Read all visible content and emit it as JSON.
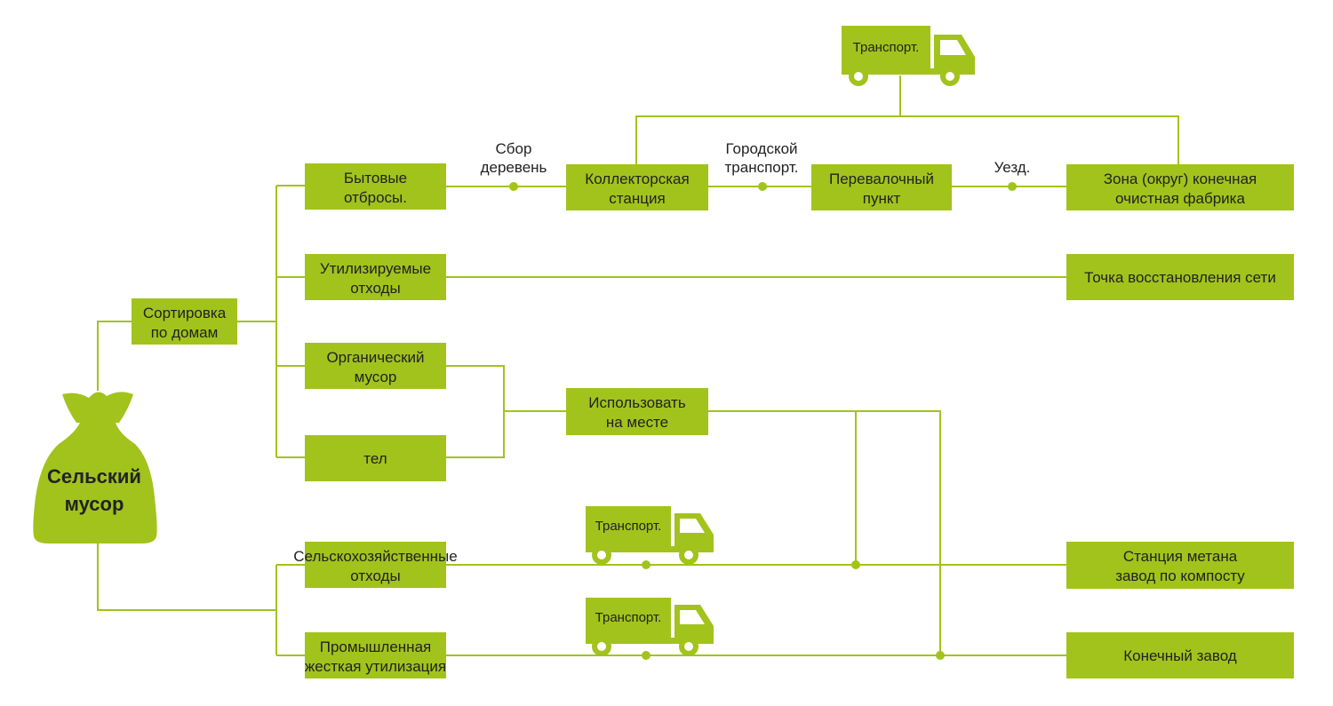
{
  "colors": {
    "accent": "#a2c31c",
    "line": "#a2c31c",
    "text": "#222222"
  },
  "source": {
    "line1": "Сельский",
    "line2": "мусор"
  },
  "nodes": {
    "sort": {
      "line1": "Сортировка",
      "line2": "по домам"
    },
    "household": {
      "line1": "Бытовые",
      "line2": "отбросы."
    },
    "recyclable": {
      "line1": "Утилизируемые",
      "line2": "отходы"
    },
    "organic": {
      "line1": "Органический",
      "line2": "мусор"
    },
    "tel": {
      "line1": "тел"
    },
    "onsite": {
      "line1": "Использовать",
      "line2": "на месте"
    },
    "collector": {
      "line1": "Коллекторская",
      "line2": "станция"
    },
    "transfer": {
      "line1": "Перевалочный",
      "line2": "пункт"
    },
    "final_plant": {
      "line1": "Зона (округ) конечная",
      "line2": "очистная фабрика"
    },
    "recovery": {
      "line1": "Точка восстановления сети"
    },
    "agri": {
      "line1": "Сельскохозяйственные",
      "line2": "отходы"
    },
    "industrial": {
      "line1": "Промышленная",
      "line2": "жесткая утилизация"
    },
    "methane": {
      "line1": "Станция метана",
      "line2": "завод по компосту"
    },
    "end_plant": {
      "line1": "Конечный завод"
    }
  },
  "edge_labels": {
    "village": {
      "line1": "Сбор",
      "line2": "деревень"
    },
    "city": {
      "line1": "Городской",
      "line2": "транспорт."
    },
    "county": {
      "line1": "Уезд."
    }
  },
  "trucks": {
    "top": {
      "label": "Транспорт."
    },
    "agri": {
      "label": "Транспорт."
    },
    "industrial": {
      "label": "Транспорт."
    }
  }
}
